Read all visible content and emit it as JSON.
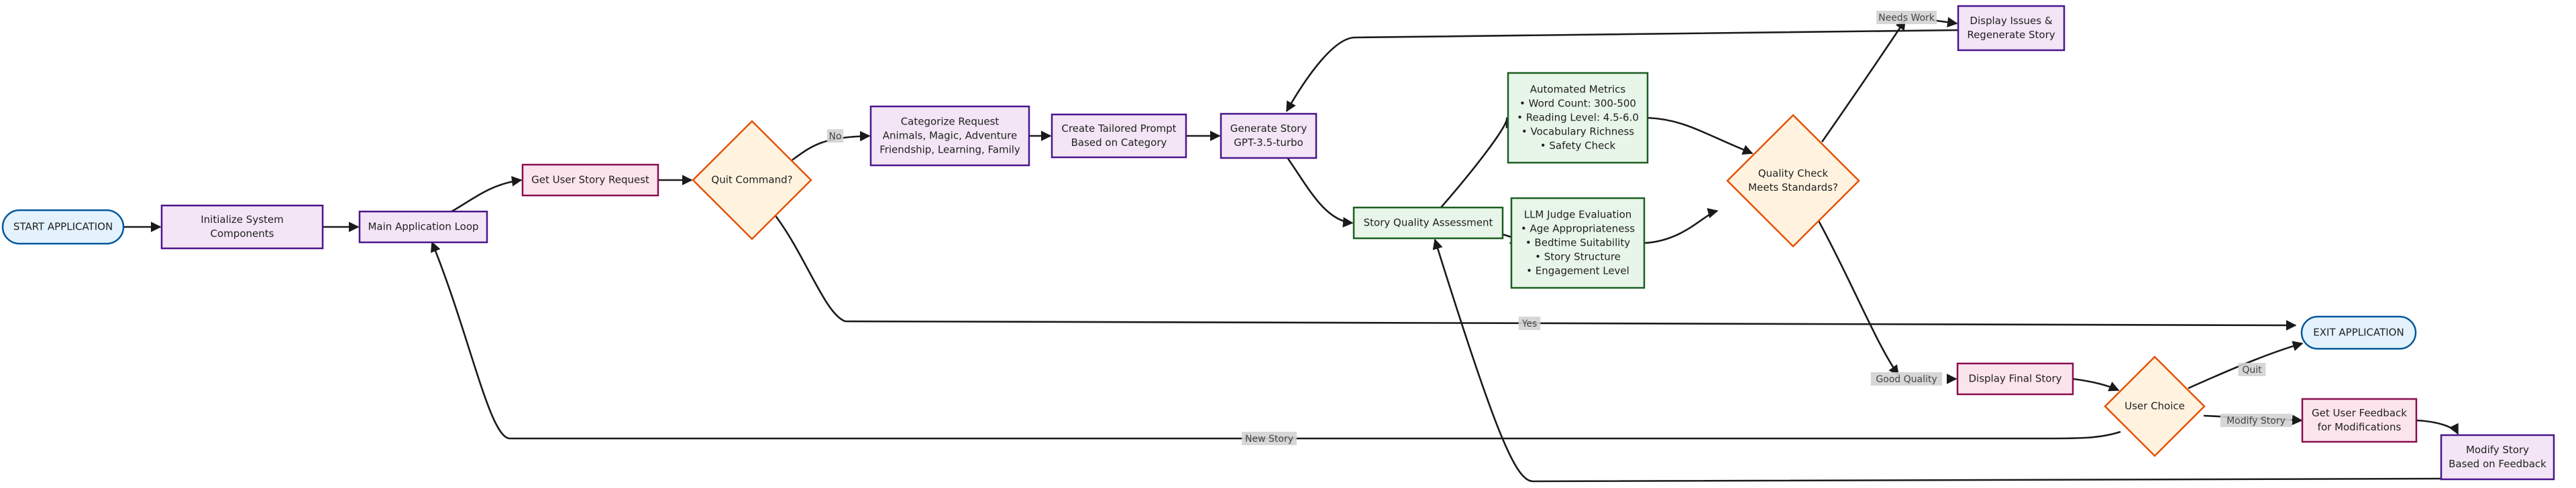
{
  "colors": {
    "terminal_fill": "#e3f2fd",
    "terminal_stroke": "#01579b",
    "process_fill": "#f3e5f5",
    "process_stroke": "#4a148c",
    "io_fill": "#fce4ec",
    "io_stroke": "#880e4f",
    "decision_fill": "#fff3e0",
    "decision_stroke": "#e65100",
    "assess_fill": "#e8f5e9",
    "assess_stroke": "#1b5e20",
    "edge": "#1a1a1a",
    "label_bg": "#d3d3d3"
  },
  "nodes": {
    "start": [
      "START APPLICATION"
    ],
    "init": [
      "Initialize System",
      "Components"
    ],
    "loop": [
      "Main Application Loop"
    ],
    "get_request": [
      "Get User Story Request"
    ],
    "quit_decision": [
      "Quit Command?"
    ],
    "categorize": [
      "Categorize Request",
      "Animals, Magic, Adventure",
      "Friendship, Learning, Family"
    ],
    "prompt": [
      "Create Tailored Prompt",
      "Based on Category"
    ],
    "generate": [
      "Generate Story",
      "GPT-3.5-turbo"
    ],
    "assessment": [
      "Story Quality Assessment"
    ],
    "metrics": [
      "Automated Metrics",
      "• Word Count: 300-500",
      "• Reading Level: 4.5-6.0",
      "• Vocabulary Richness",
      "• Safety Check"
    ],
    "llm_judge": [
      "LLM Judge Evaluation",
      "• Age Appropriateness",
      "• Bedtime Suitability",
      "• Story Structure",
      "• Engagement Level"
    ],
    "quality_decision": [
      "Quality Check",
      "Meets Standards?"
    ],
    "display_issues": [
      "Display Issues &",
      "Regenerate Story"
    ],
    "display_final": [
      "Display Final Story"
    ],
    "user_choice": [
      "User Choice"
    ],
    "get_feedback": [
      "Get User Feedback",
      "for Modifications"
    ],
    "modify": [
      "Modify Story",
      "Based on Feedback"
    ],
    "exit": [
      "EXIT APPLICATION"
    ]
  },
  "edge_labels": {
    "no": "No",
    "yes": "Yes",
    "needs_work": "Needs Work",
    "good_quality": "Good Quality",
    "quit": "Quit",
    "modify_story": "Modify Story",
    "new_story": "New Story"
  }
}
